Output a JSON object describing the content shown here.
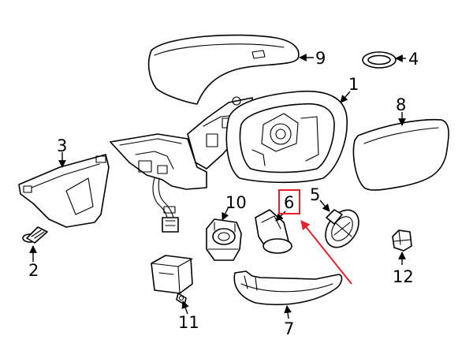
{
  "callouts": {
    "c1": "1",
    "c2": "2",
    "c3": "3",
    "c4": "4",
    "c5": "5",
    "c6": "6",
    "c7": "7",
    "c8": "8",
    "c9": "9",
    "c10": "10",
    "c11": "11",
    "c12": "12"
  },
  "colors": {
    "line": "#000000",
    "highlight": "#e8202a",
    "background": "#ffffff"
  },
  "highlight": {
    "part": "6"
  }
}
